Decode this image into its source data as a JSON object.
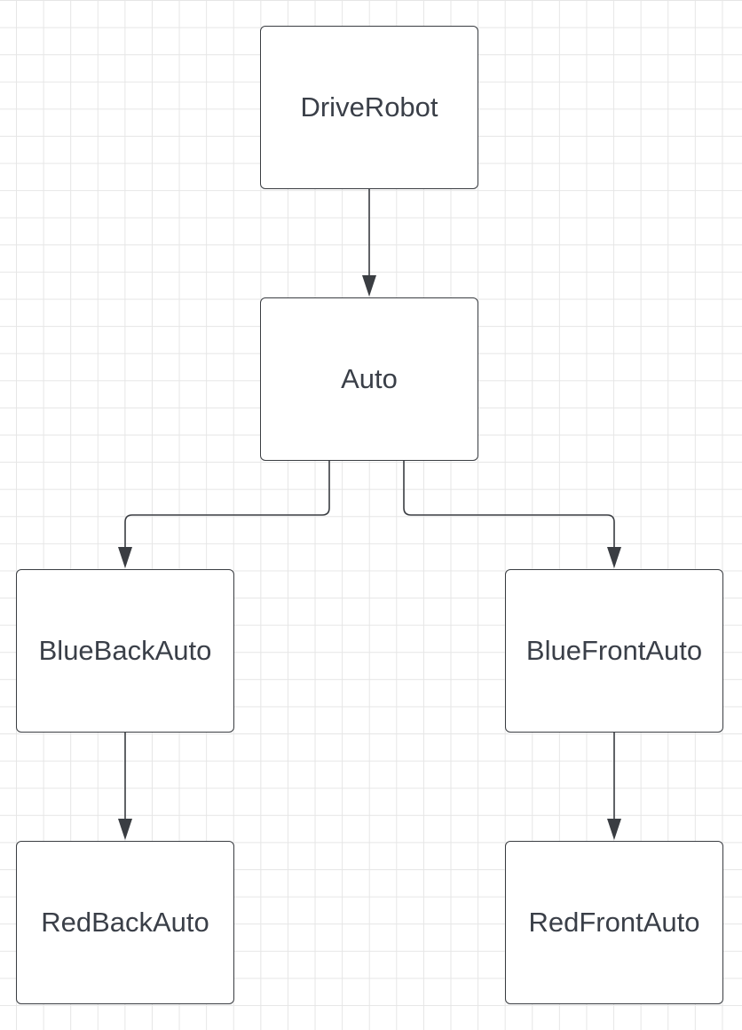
{
  "diagram": {
    "type": "flowchart",
    "grid": true,
    "colors": {
      "background": "#ffffff",
      "grid": "#e6e6e6",
      "stroke": "#3a3d42",
      "text": "#3a3f48"
    },
    "nodes": [
      {
        "id": "driverobot",
        "label": "DriveRobot"
      },
      {
        "id": "auto",
        "label": "Auto"
      },
      {
        "id": "bluebackauto",
        "label": "BlueBackAuto"
      },
      {
        "id": "bluefrontauto",
        "label": "BlueFrontAuto"
      },
      {
        "id": "redbackauto",
        "label": "RedBackAuto"
      },
      {
        "id": "redfrontauto",
        "label": "RedFrontAuto"
      }
    ],
    "edges": [
      {
        "from": "driverobot",
        "to": "auto"
      },
      {
        "from": "auto",
        "to": "bluebackauto"
      },
      {
        "from": "auto",
        "to": "bluefrontauto"
      },
      {
        "from": "bluebackauto",
        "to": "redbackauto"
      },
      {
        "from": "bluefrontauto",
        "to": "redfrontauto"
      }
    ]
  }
}
